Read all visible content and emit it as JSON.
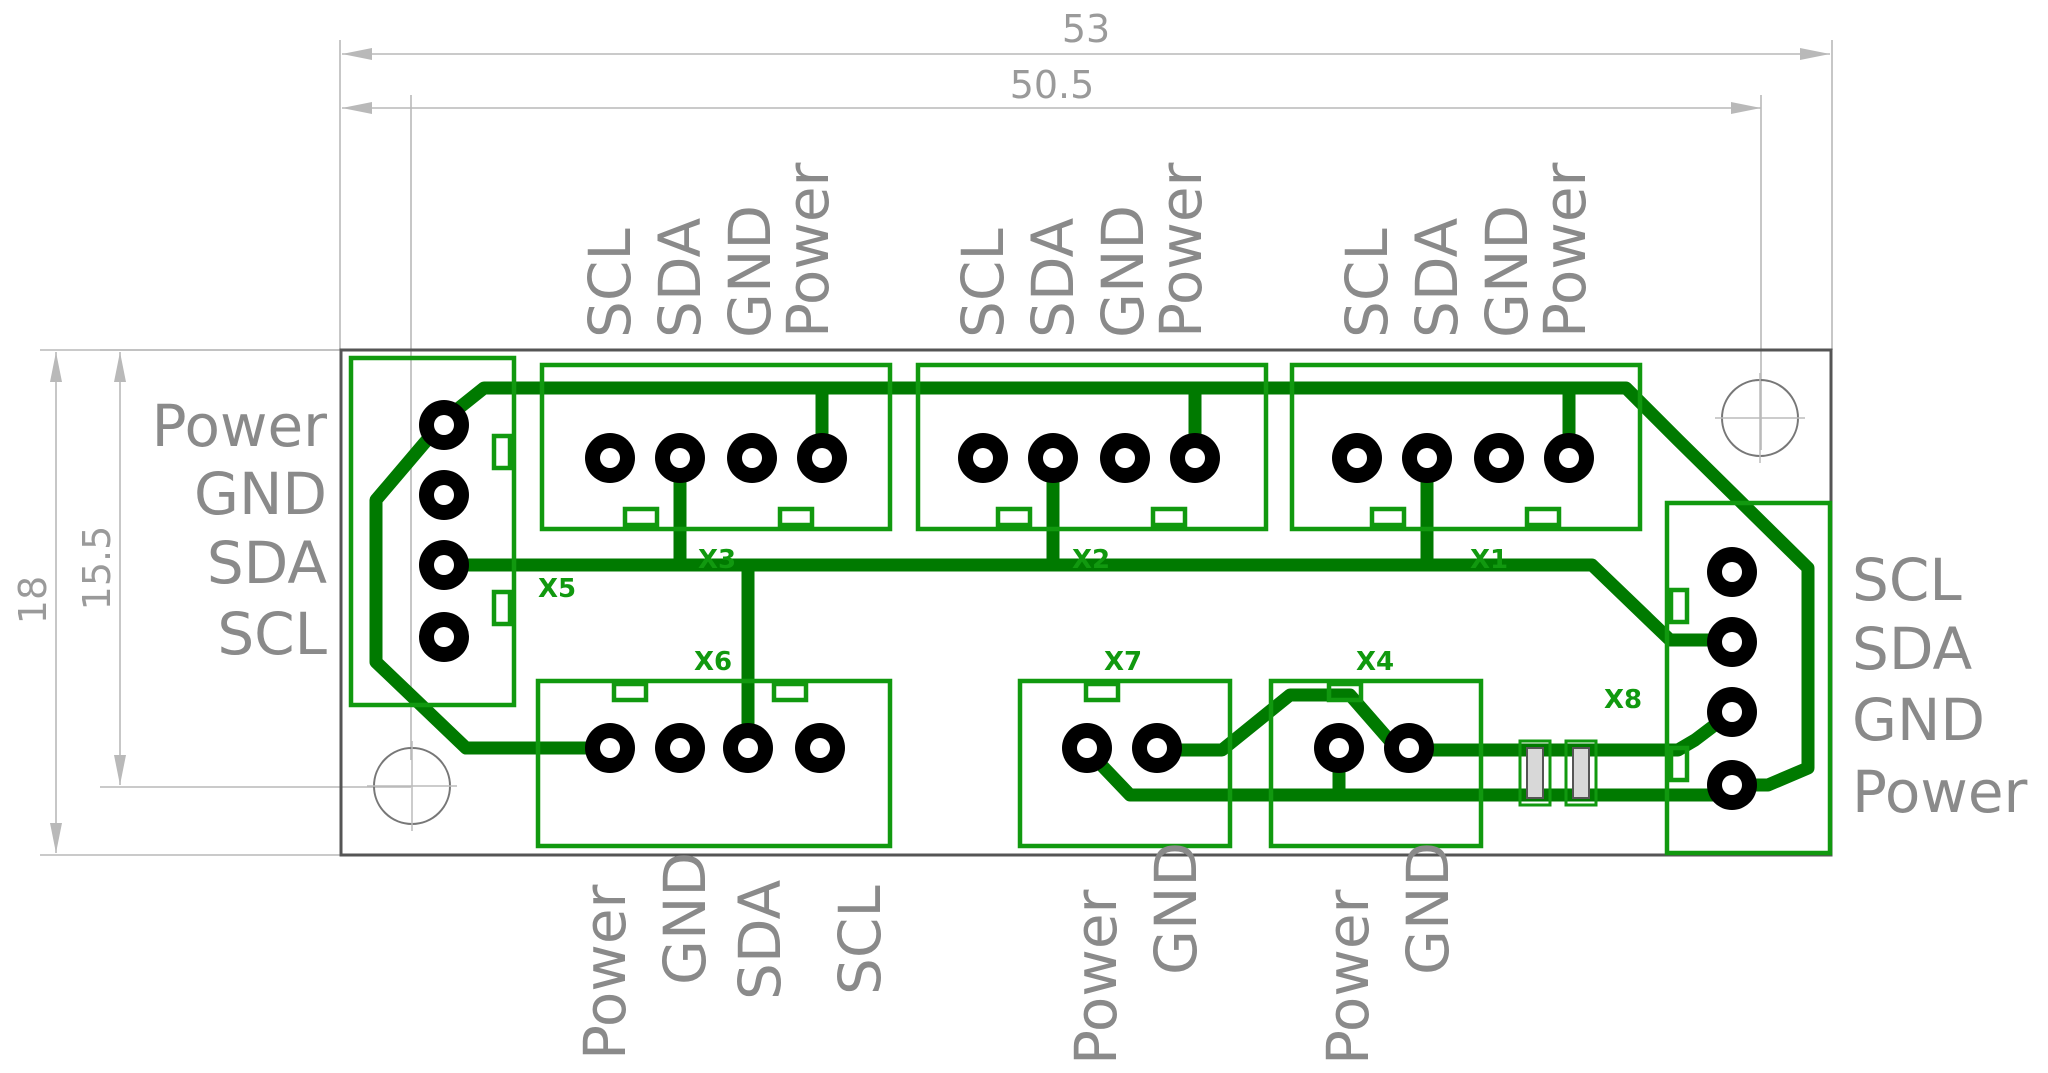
{
  "dimensions": {
    "overall_width": "53",
    "hole_spacing_width": "50.5",
    "overall_height": "18",
    "hole_spacing_height": "15.5"
  },
  "connectors": {
    "X1": {
      "ref": "X1",
      "pins": [
        "SCL",
        "SDA",
        "GND",
        "Power"
      ]
    },
    "X2": {
      "ref": "X2",
      "pins": [
        "SCL",
        "SDA",
        "GND",
        "Power"
      ]
    },
    "X3": {
      "ref": "X3",
      "pins": [
        "SCL",
        "SDA",
        "GND",
        "Power"
      ]
    },
    "X4": {
      "ref": "X4",
      "pins": [
        "Power",
        "GND"
      ]
    },
    "X5": {
      "ref": "X5",
      "pins": [
        "Power",
        "GND",
        "SDA",
        "SCL"
      ]
    },
    "X6": {
      "ref": "X6",
      "pins": [
        "Power",
        "GND",
        "SDA",
        "SCL"
      ]
    },
    "X7": {
      "ref": "X7",
      "pins": [
        "Power",
        "GND"
      ]
    },
    "X8": {
      "ref": "X8",
      "pins": [
        "SCL",
        "SDA",
        "GND",
        "Power"
      ]
    }
  },
  "colors": {
    "silkscreen": "#11990f",
    "copper_trace": "#007a00",
    "label_text": "#8a8a8a",
    "dimension_lines": "#b9b9b9",
    "board_outline": "#555555"
  }
}
